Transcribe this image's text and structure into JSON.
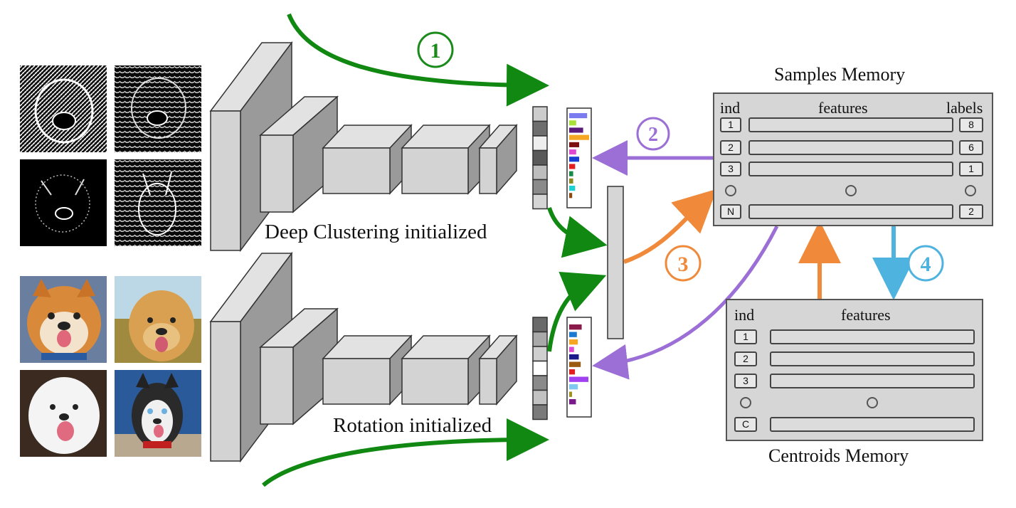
{
  "labels": {
    "deep_clustering": "Deep Clustering initialized",
    "rotation": "Rotation initialized",
    "samples_memory": "Samples Memory",
    "centroids_memory": "Centroids Memory"
  },
  "samples_table": {
    "headers": {
      "ind": "ind",
      "features": "features",
      "labels": "labels"
    },
    "rows": [
      {
        "ind": "1",
        "label": "8"
      },
      {
        "ind": "2",
        "label": "6"
      },
      {
        "ind": "3",
        "label": "1"
      },
      {
        "ind": "N",
        "label": "2"
      }
    ]
  },
  "centroids_table": {
    "headers": {
      "ind": "ind",
      "features": "features"
    },
    "rows": [
      {
        "ind": "1"
      },
      {
        "ind": "2"
      },
      {
        "ind": "3"
      },
      {
        "ind": "C"
      }
    ]
  },
  "steps": [
    {
      "num": "1",
      "color": "#1a8a1a"
    },
    {
      "num": "2",
      "color": "#9b6fd6"
    },
    {
      "num": "3",
      "color": "#f08a3a"
    },
    {
      "num": "4",
      "color": "#4fb3e0"
    }
  ],
  "colors": {
    "green": "#118811",
    "purple": "#9b6fd6",
    "orange": "#f08a3a",
    "blue": "#4fb3e0",
    "block": "#d3d3d3"
  },
  "feature_cells_top": [
    "#cccccc",
    "#6e6e6e",
    "#eeeeee",
    "#5a5a5a",
    "#bdbdbd",
    "#8a8a8a",
    "#d5d5d5"
  ],
  "feature_cells_bottom": [
    "#6a6a6a",
    "#a9a9a9",
    "#cfcfcf",
    "#ffffff",
    "#8a8a8a",
    "#c2c2c2",
    "#7a7a7a"
  ],
  "histogram_top": [
    {
      "color": "#7b7bf0",
      "value": 0.9
    },
    {
      "color": "#a8e23a",
      "value": 0.35
    },
    {
      "color": "#5a1a7a",
      "value": 0.7
    },
    {
      "color": "#f5a623",
      "value": 1.0
    },
    {
      "color": "#7a1010",
      "value": 0.5
    },
    {
      "color": "#e04ad0",
      "value": 0.35
    },
    {
      "color": "#1a3fd0",
      "value": 0.5
    },
    {
      "color": "#e02020",
      "value": 0.3
    },
    {
      "color": "#1a8a4a",
      "value": 0.2
    },
    {
      "color": "#8a8a20",
      "value": 0.2
    },
    {
      "color": "#20d0d0",
      "value": 0.3
    },
    {
      "color": "#8a4a10",
      "value": 0.15
    }
  ],
  "histogram_bottom": [
    {
      "color": "#8a1a4a",
      "value": 0.65
    },
    {
      "color": "#1a7ad0",
      "value": 0.4
    },
    {
      "color": "#f5a623",
      "value": 0.45
    },
    {
      "color": "#e04ad0",
      "value": 0.25
    },
    {
      "color": "#1a1a8a",
      "value": 0.5
    },
    {
      "color": "#9a5a10",
      "value": 0.6
    },
    {
      "color": "#e02020",
      "value": 0.3
    },
    {
      "color": "#a040f0",
      "value": 1.0
    },
    {
      "color": "#80c8f0",
      "value": 0.45
    },
    {
      "color": "#a09020",
      "value": 0.15
    },
    {
      "color": "#7a1a8a",
      "value": 0.35
    }
  ]
}
